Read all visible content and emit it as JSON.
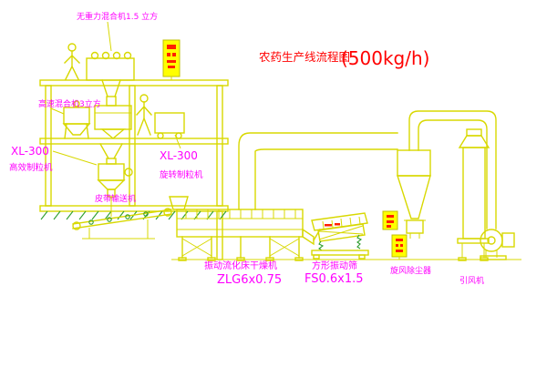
{
  "title": {
    "main": "农药生产线流程图",
    "capacity": "(500kg/h)"
  },
  "equipment_labels": {
    "gravity_mixer": "无重力混合机1.5 立方",
    "high_speed_mixer": "高速混合机3立方",
    "granulator_left": {
      "model": "XL-300",
      "name": "高效制粒机"
    },
    "granulator_right": {
      "model": "XL-300",
      "name": "旋转制粒机"
    },
    "belt_conveyor": "皮带输送机",
    "fluid_bed_dryer": {
      "name": "振动流化床干燥机",
      "model": "ZLG6x0.75"
    },
    "vibrating_screen": {
      "name": "方形振动筛",
      "model": "FS0.6x1.5"
    },
    "dust_collector": "旋风除尘器",
    "induced_draft_fan": "引风机"
  },
  "colors": {
    "line_yellow": "#d8d800",
    "accent_green": "#2f9e2f",
    "label_magenta": "#ff00ff",
    "title_red": "#ff0000",
    "panel_yellow": "#ffff00",
    "panel_mark_red": "#ff2000"
  }
}
